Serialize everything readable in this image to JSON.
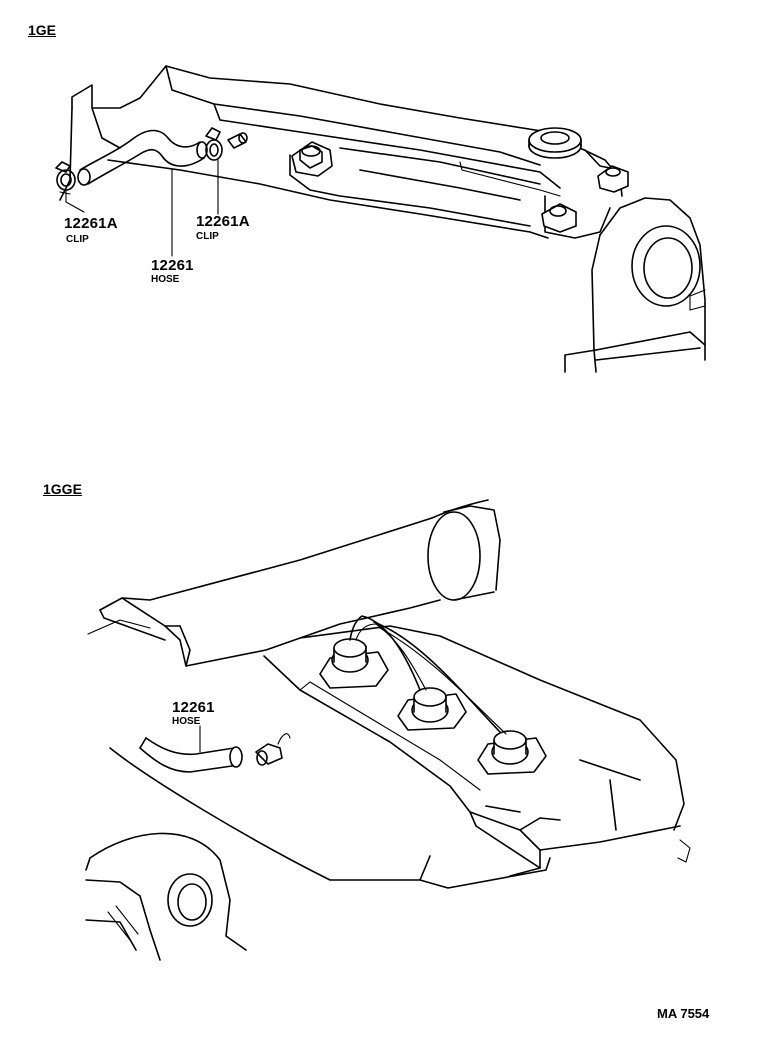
{
  "sections": {
    "top": {
      "title": "1GE"
    },
    "bottom": {
      "title": "1GGE"
    }
  },
  "top_labels": {
    "clip_left": {
      "code": "12261A",
      "name": "CLIP"
    },
    "clip_right": {
      "code": "12261A",
      "name": "CLIP"
    },
    "hose": {
      "code": "12261",
      "name": "HOSE"
    }
  },
  "bottom_labels": {
    "hose": {
      "code": "12261",
      "name": "HOSE"
    }
  },
  "footer": {
    "reference": "MA 7554"
  }
}
